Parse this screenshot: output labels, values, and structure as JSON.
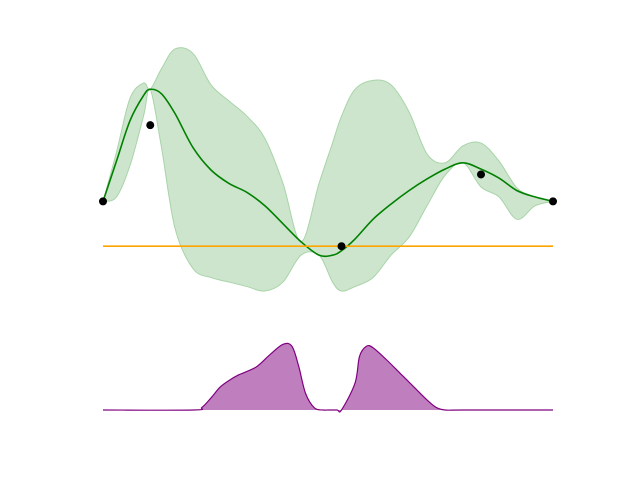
{
  "chart_data": [
    {
      "type": "line",
      "title": "",
      "xlabel": "",
      "ylabel": "",
      "grid": false,
      "axes_visible": false,
      "xlim": [
        0,
        1
      ],
      "ylim": [
        -1.1,
        1.8
      ],
      "colors": {
        "mean": "#008000",
        "band": "#cce5cc",
        "band_edge": "#a9d4a9",
        "threshold": "#ffa500",
        "points": "#000000"
      },
      "series": [
        {
          "role": "mean",
          "x": [
            0,
            0.03,
            0.06,
            0.09,
            0.105,
            0.13,
            0.16,
            0.2,
            0.24,
            0.28,
            0.32,
            0.36,
            0.4,
            0.44,
            0.48,
            0.51,
            0.53,
            0.56,
            0.6,
            0.64,
            0.68,
            0.72,
            0.76,
            0.8,
            0.84,
            0.88,
            0.92,
            0.96,
            1.0
          ],
          "y": [
            0.0,
            0.45,
            0.9,
            1.18,
            1.25,
            1.2,
            0.98,
            0.6,
            0.35,
            0.2,
            0.1,
            -0.05,
            -0.25,
            -0.45,
            -0.6,
            -0.6,
            -0.55,
            -0.42,
            -0.2,
            -0.03,
            0.12,
            0.25,
            0.36,
            0.43,
            0.36,
            0.26,
            0.12,
            0.05,
            0.0
          ]
        },
        {
          "role": "confidence-band",
          "x": [
            0,
            0.03,
            0.06,
            0.09,
            0.105,
            0.13,
            0.16,
            0.2,
            0.24,
            0.28,
            0.32,
            0.36,
            0.4,
            0.44,
            0.48,
            0.51,
            0.53,
            0.56,
            0.6,
            0.64,
            0.68,
            0.72,
            0.76,
            0.8,
            0.84,
            0.88,
            0.92,
            0.96,
            1.0
          ],
          "upper": [
            0.0,
            0.55,
            1.15,
            1.32,
            1.25,
            1.48,
            1.7,
            1.65,
            1.3,
            1.12,
            0.95,
            0.7,
            0.2,
            -0.45,
            0.2,
            0.65,
            0.95,
            1.25,
            1.35,
            1.3,
            1.0,
            0.53,
            0.43,
            0.62,
            0.65,
            0.45,
            0.15,
            0.05,
            0.0
          ],
          "lower": [
            0.0,
            0.05,
            0.4,
            0.95,
            1.25,
            0.6,
            -0.3,
            -0.75,
            -0.85,
            -0.9,
            -0.95,
            -1.0,
            -0.9,
            -0.6,
            -0.6,
            -0.9,
            -1.0,
            -0.95,
            -0.85,
            -0.6,
            -0.4,
            -0.05,
            0.29,
            0.43,
            0.16,
            0.05,
            -0.2,
            -0.05,
            0.0
          ]
        },
        {
          "role": "threshold",
          "x": [
            0,
            1
          ],
          "y": [
            -0.5,
            -0.5
          ]
        },
        {
          "role": "observations",
          "x": [
            0,
            0.105,
            0.53,
            0.84,
            1.0
          ],
          "y": [
            0.0,
            0.85,
            -0.5,
            0.3,
            0.0
          ]
        }
      ]
    },
    {
      "type": "area",
      "title": "",
      "xlabel": "",
      "ylabel": "",
      "grid": false,
      "axes_visible": false,
      "xlim": [
        0,
        1
      ],
      "ylim": [
        0,
        1
      ],
      "colors": {
        "fill": "#bf7fbf",
        "line": "#800080"
      },
      "series": [
        {
          "role": "acquisition",
          "x": [
            0,
            0.2,
            0.22,
            0.24,
            0.26,
            0.28,
            0.3,
            0.34,
            0.37,
            0.4,
            0.42,
            0.435,
            0.45,
            0.47,
            0.49,
            0.5,
            0.52,
            0.53,
            0.56,
            0.57,
            0.585,
            0.6,
            0.63,
            0.66,
            0.69,
            0.72,
            0.74,
            0.76,
            0.8,
            1.0
          ],
          "y": [
            0,
            0,
            0.04,
            0.18,
            0.34,
            0.44,
            0.52,
            0.64,
            0.82,
            0.98,
            0.95,
            0.65,
            0.25,
            0.03,
            0,
            0,
            0,
            0,
            0.4,
            0.8,
            0.95,
            0.93,
            0.75,
            0.55,
            0.35,
            0.15,
            0.04,
            0,
            0,
            0
          ]
        }
      ]
    }
  ]
}
